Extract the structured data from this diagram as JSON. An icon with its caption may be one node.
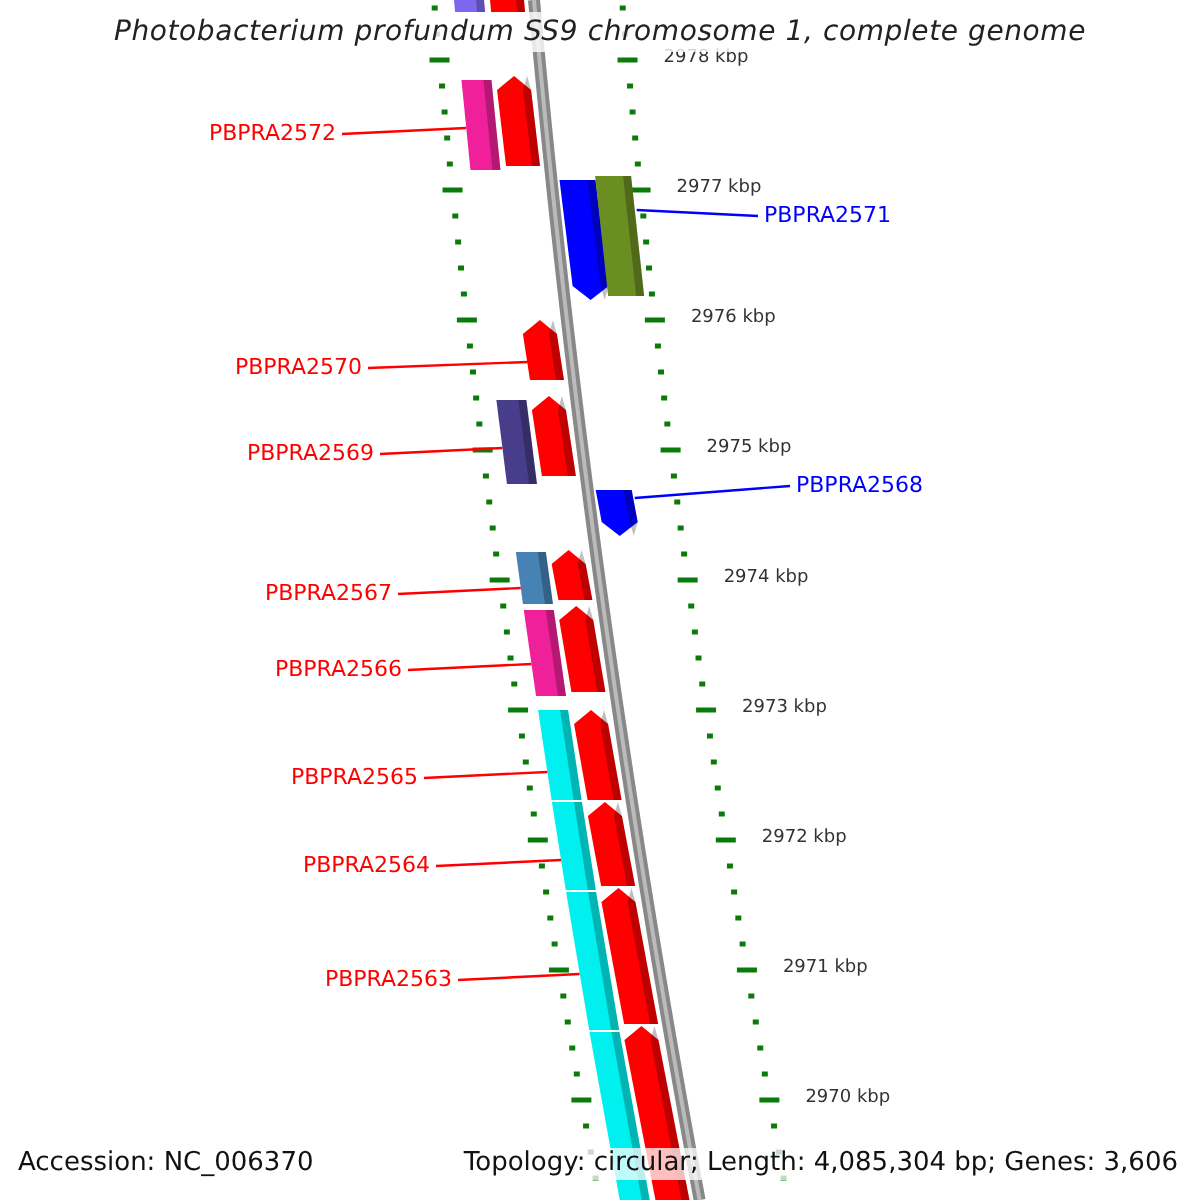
{
  "diagram": {
    "title": "Photobacterium profundum SS9 chromosome 1, complete genome",
    "nodes": [
      {
        "text": [
          "PBPRA2572"
        ]
      },
      {
        "text": [],
        "shape": "bar"
      },
      {
        "text": [
          "PBPRA2571"
        ]
      },
      {
        "text": [],
        "shape": "bar"
      },
      {
        "text": [
          "PBPRA2570"
        ]
      },
      {
        "text": [],
        "shape": "bar"
      },
      {
        "text": [
          "PBPRA2569"
        ]
      },
      {
        "text": [],
        "shape": "bar"
      },
      {
        "text": [
          "PBPRA2568"
        ]
      },
      {
        "text": [],
        "shape": "bar"
      },
      {
        "text": [
          "PBPRA2567"
        ]
      },
      {
        "text": [],
        "shape": "bar"
      },
      {
        "text": [
          "PBPRA2566"
        ]
      },
      {
        "text": [],
        "shape": "bar"
      },
      {
        "text": [
          "PBPRA2565"
        ]
      },
      {
        "text": [],
        "shape": "bar"
      },
      {
        "text": [
          "PBPRA2564"
        ]
      },
      {
        "text": [],
        "shape": "bar"
      },
      {
        "text": [
          "PBPRA2563"
        ]
      },
      {
        "text": [],
        "shape": "bar"
      }
    ],
    "edges": [
      {
        "from": 0,
        "to": 1,
        "arrow": "none"
      },
      {
        "from": 2,
        "to": 3,
        "arrow": "none",
        "color": "#0000ff"
      },
      {
        "from": 4,
        "to": 5,
        "arrow": "none"
      },
      {
        "from": 6,
        "to": 7,
        "arrow": "none"
      },
      {
        "from": 8,
        "to": 9,
        "arrow": "none",
        "color": "#0000ff"
      },
      {
        "from": 10,
        "to": 11,
        "arrow": "none"
      },
      {
        "from": 12,
        "to": 13,
        "arrow": "none"
      },
      {
        "from": 14,
        "to": 15,
        "arrow": "none"
      },
      {
        "from": 16,
        "to": 17,
        "arrow": "none"
      },
      {
        "from": 18,
        "to": 19,
        "arrow": "none"
      }
    ],
    "labels": [
      "2978 kbp",
      "2977 kbp",
      "2976 kbp",
      "2975 kbp",
      "2974 kbp",
      "2973 kbp",
      "2972 kbp",
      "2971 kbp",
      "2970 kbp",
      "Accession: NC_006370",
      "Topology: circular; Length: 4,085,304 bp; Genes: 3,606"
    ]
  }
}
